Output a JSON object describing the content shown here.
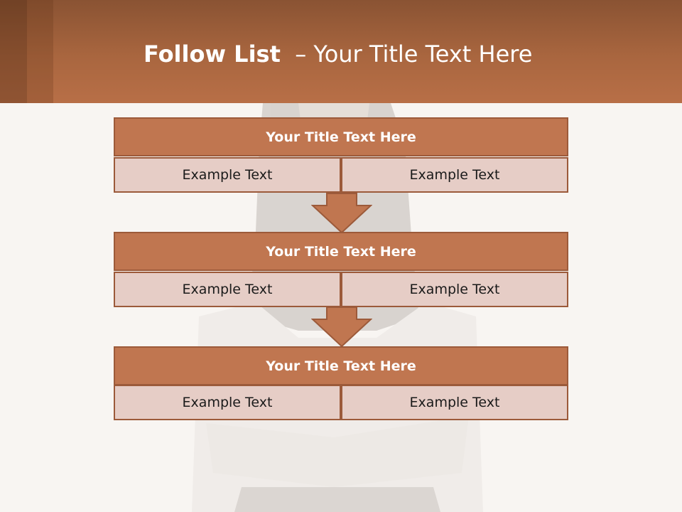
{
  "slide": {
    "title_bold": "Follow List",
    "title_rest": "– Your Title Text Here"
  },
  "steps": [
    {
      "title": "Your Title Text Here",
      "left": "Example Text",
      "right": "Example Text"
    },
    {
      "title": "Your Title Text Here",
      "left": "Example Text",
      "right": "Example Text"
    },
    {
      "title": "Your Title Text Here",
      "left": "Example Text",
      "right": "Example Text"
    }
  ],
  "colors": {
    "header": "#b86f47",
    "step_title_fill": "#c07650",
    "step_cell_fill": "#e6cdc6",
    "border": "#9c5a3a",
    "background": "#f8f5f2"
  },
  "icons": {
    "connector": "down-arrow-icon"
  }
}
